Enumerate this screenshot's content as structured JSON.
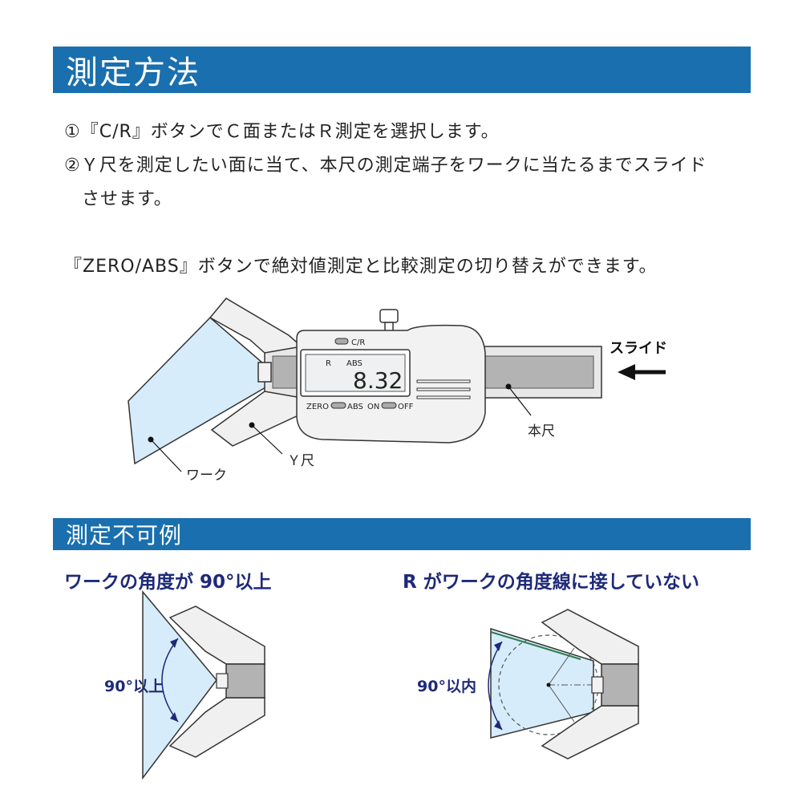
{
  "section1": {
    "title": "測定方法",
    "step1": "①『C/R』ボタンでＣ面またはＲ測定を選択します。",
    "step2": "②Ｙ尺を測定したい面に当て、本尺の測定端子をワークに当たるまでスライド",
    "step2_cont": "させます。",
    "note": "『ZERO/ABS』ボタンで絶対値測定と比較測定の切り替えができます。"
  },
  "diagram": {
    "cr_label": "C/R",
    "mode_label": "R",
    "abs_label": "ABS",
    "reading": "8.32",
    "zero_label": "ZERO",
    "abs_button_label": "ABS",
    "on_label": "ON",
    "off_label": "OFF",
    "slide_label": "スライド",
    "main_scale_label": "本尺",
    "y_scale_label": "Ｙ尺",
    "work_label": "ワーク"
  },
  "section2": {
    "title": "測定不可例",
    "case1_title": "ワークの角度が 90°以上",
    "case1_angle": "90°以上",
    "case2_title": "R がワークの角度線に接していない",
    "case2_angle": "90°以内"
  },
  "colors": {
    "banner": "#1a6fae",
    "subtitle": "#1e2a78",
    "work_fill": "#d6ecfa",
    "lcd": "#eef0f1"
  }
}
